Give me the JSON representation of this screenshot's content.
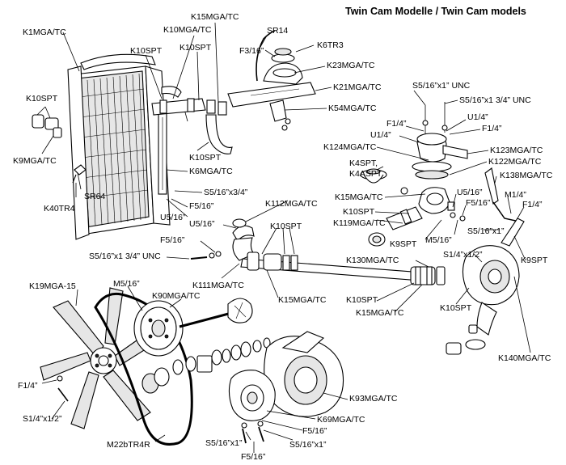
{
  "title": "Twin Cam Modelle / Twin Cam models",
  "labels": {
    "k1mga": "K1MGA/TC",
    "k15mga_top": "K15MGA/TC",
    "k10mga": "K10MGA/TC",
    "k10spt_top": "K10SPT",
    "k10spt_top2": "K10SPT",
    "sr14": "SR14",
    "f3_16": "F3/16”",
    "k6tr3": "K6TR3",
    "k23mga": "K23MGA/TC",
    "k21mga": "K21MGA/TC",
    "k54mga": "K54MGA/TC",
    "k10spt_left": "K10SPT",
    "k9mga": "K9MGA/TC",
    "k40tr4": "K40TR4",
    "sr64": "SR64",
    "k10spt_mid": "K10SPT",
    "k6mga": "K6MGA/TC",
    "s5_16x3_4": "S5/16”x3/4”",
    "f5_16_a": "F5/16”",
    "u5_16_a": "U5/16”",
    "s5_16x1unc": "S5/16”x1” UNC",
    "s5_16x1_3_4unc_r": "S5/16”x1 3/4” UNC",
    "f1_4_r1": "F1/4”",
    "u1_4_r1": "U1/4”",
    "u1_4_r2": "U1/4”",
    "f1_4_r2": "F1/4”",
    "k124mga": "K124MGA/TC",
    "k123mga": "K123MGA/TC",
    "k4spt": "K4SPT,",
    "k4aspt": "K4ASPT",
    "k122mga": "K122MGA/TC",
    "k138mga": "K138MGA/TC",
    "k112mga": "K112MGA/TC",
    "k15mga_mid": "K15MGA/TC",
    "u5_16_r": "U5/16”",
    "f5_16_r": "F5/16”",
    "m1_4": "M1/4”",
    "f1_4_r3": "F1/4”",
    "k10spt_c": "K10SPT",
    "k119mga": "K119MGA/TC",
    "u5_16_b": "U5/16”",
    "k10spt_c2": "K10SPT",
    "m5_16_r": "M5/16”",
    "s5_16x1_r": "S5/16”x1”",
    "k9spt_c": "K9SPT",
    "f5_16_b": "F5/16”",
    "s5_16x1_3_4unc_l": "S5/16”x1 3/4” UNC",
    "k130mga": "K130MGA/TC",
    "s1_4x1_2_r": "S1/4”x1/2”",
    "k9spt_r": "K9SPT",
    "k111mga": "K111MGA/TC",
    "k19mga": "K19MGA-15",
    "m5_16_l": "M5/16”",
    "k90mga": "K90MGA/TC",
    "k15mga_low": "K15MGA/TC",
    "k10spt_low": "K10SPT",
    "k15mga_low2": "K15MGA/TC",
    "k10spt_low2": "K10SPT",
    "k140mga": "K140MGA/TC",
    "k93mga": "K93MGA/TC",
    "f1_4_l": "F1/4”",
    "k69mga": "K69MGA/TC",
    "s1_4x1_2_l": "S1/4”x1/2”",
    "f5_16_c": "F5/16”",
    "s5_16x1_b1": "S5/16”x1”",
    "s5_16x1_b2": "S5/16”x1”",
    "m22": "M22bTR4R",
    "f5_16_d": "F5/16”"
  }
}
